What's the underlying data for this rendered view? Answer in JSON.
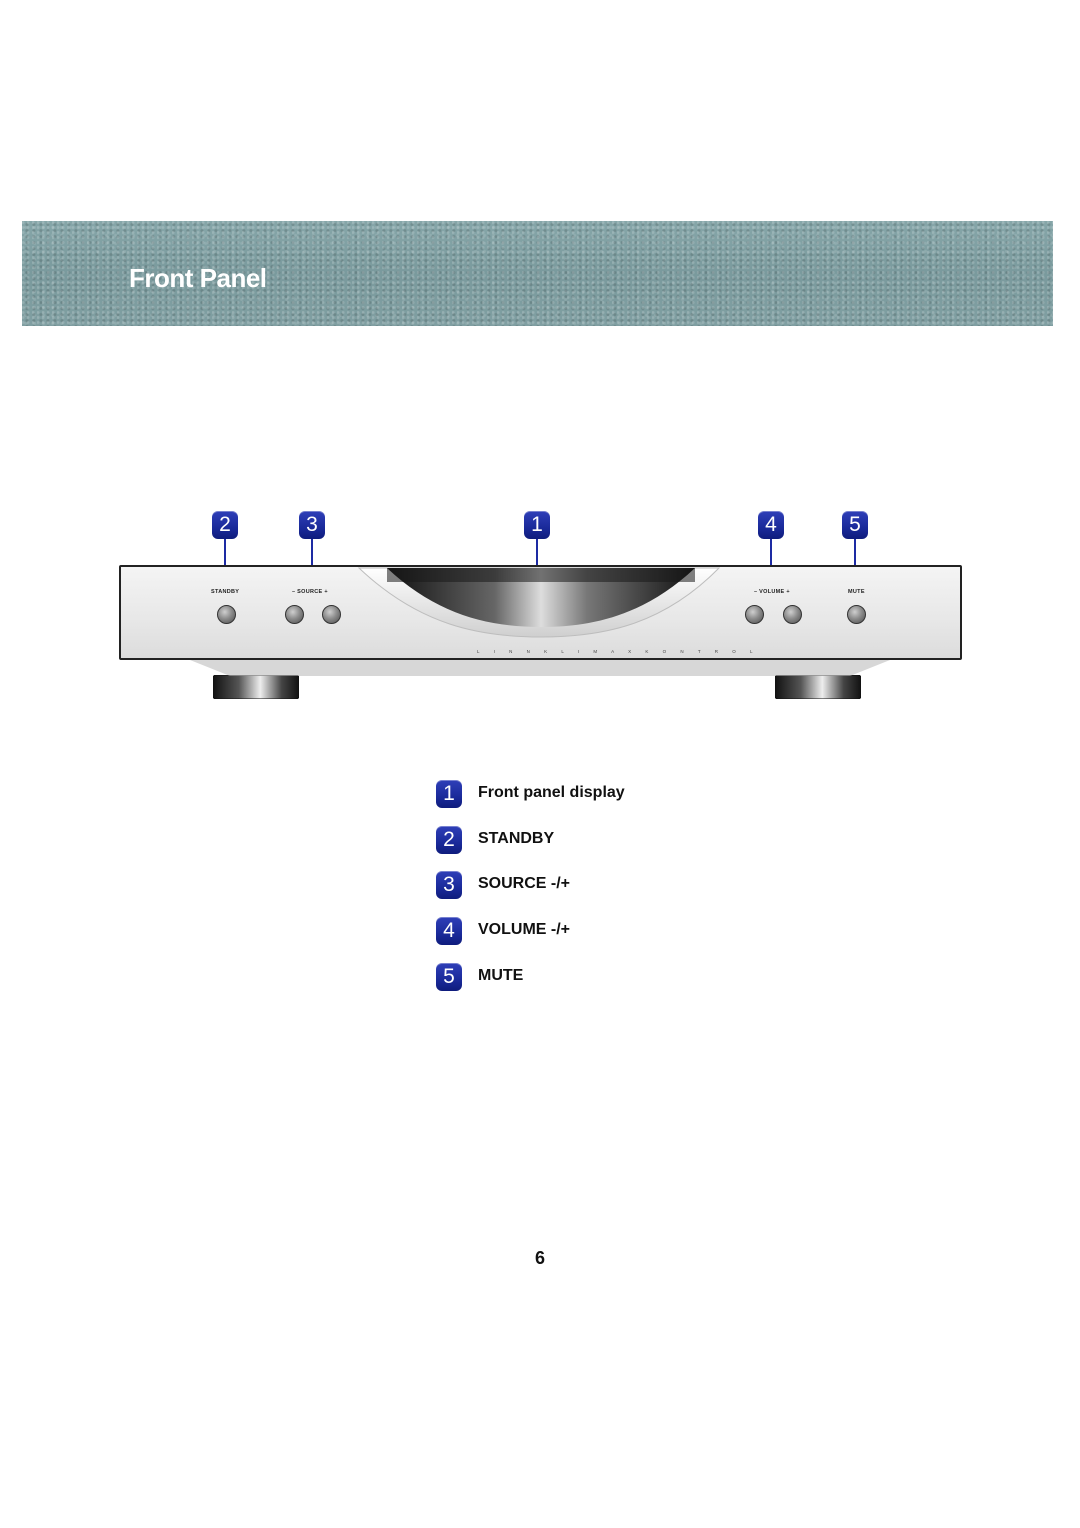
{
  "header": {
    "title": "Front Panel"
  },
  "device": {
    "labels": {
      "standby": "STANDBY",
      "source": "–  SOURCE  +",
      "volume": "–  VOLUME  +",
      "mute": "MUTE"
    },
    "brand": "L I N N   K L I M A X   K O N T R O L"
  },
  "callouts": [
    "2",
    "3",
    "1",
    "4",
    "5"
  ],
  "legend": [
    {
      "number": "1",
      "label": "Front panel display"
    },
    {
      "number": "2",
      "label": "STANDBY"
    },
    {
      "number": "3",
      "label": "SOURCE -/+"
    },
    {
      "number": "4",
      "label": "VOLUME -/+"
    },
    {
      "number": "5",
      "label": "MUTE"
    }
  ],
  "page_number": "6",
  "colors": {
    "badge": "#1d2ba3",
    "header_band": "#7f9fa2"
  }
}
